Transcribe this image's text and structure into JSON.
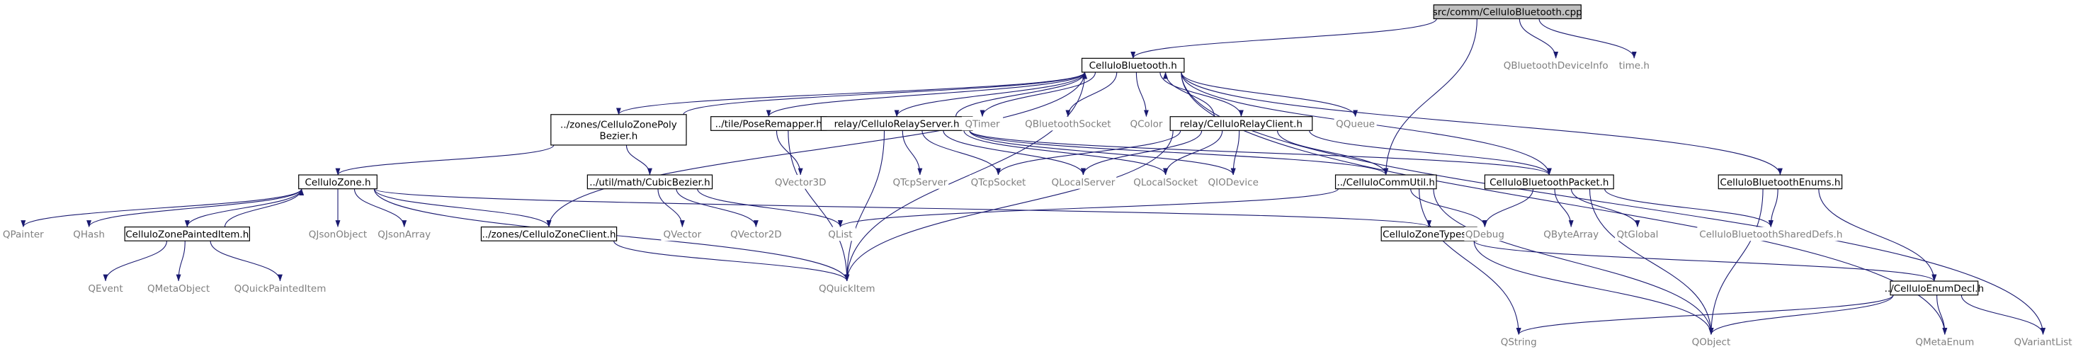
{
  "colors": {
    "edge": "#191970",
    "text_normal": "#000000",
    "text_system": "#7f7f7f",
    "box_border": "#000000",
    "box_fill": "#ffffff",
    "root_fill": "#bfbfbf",
    "root_border": "#000000"
  },
  "graph": {
    "nodes": [
      {
        "id": "root",
        "lines": [
          "src/comm/CelluloBluetooth.cpp"
        ],
        "kind": "root"
      },
      {
        "id": "cb",
        "lines": [
          "CelluloBluetooth.h"
        ],
        "kind": "file"
      },
      {
        "id": "qbtdi",
        "lines": [
          "QBluetoothDeviceInfo"
        ],
        "kind": "system"
      },
      {
        "id": "timeh",
        "lines": [
          "time.h"
        ],
        "kind": "system"
      },
      {
        "id": "zpb",
        "lines": [
          "../zones/CelluloZonePoly",
          "Bezier.h"
        ],
        "kind": "file"
      },
      {
        "id": "pr",
        "lines": [
          "../tile/PoseRemapper.h"
        ],
        "kind": "file"
      },
      {
        "id": "rs",
        "lines": [
          "relay/CelluloRelayServer.h"
        ],
        "kind": "file"
      },
      {
        "id": "qtimer",
        "lines": [
          "QTimer"
        ],
        "kind": "system"
      },
      {
        "id": "qbts",
        "lines": [
          "QBluetoothSocket"
        ],
        "kind": "system"
      },
      {
        "id": "qcolor",
        "lines": [
          "QColor"
        ],
        "kind": "system"
      },
      {
        "id": "rc",
        "lines": [
          "relay/CelluloRelayClient.h"
        ],
        "kind": "file"
      },
      {
        "id": "qqueue",
        "lines": [
          "QQueue"
        ],
        "kind": "system"
      },
      {
        "id": "cbe",
        "lines": [
          "CelluloBluetoothEnums.h"
        ],
        "kind": "file"
      },
      {
        "id": "cz",
        "lines": [
          "CelluloZone.h"
        ],
        "kind": "file"
      },
      {
        "id": "cubic",
        "lines": [
          "../util/math/CubicBezier.h"
        ],
        "kind": "file"
      },
      {
        "id": "qv3",
        "lines": [
          "QVector3D"
        ],
        "kind": "system"
      },
      {
        "id": "qtcps",
        "lines": [
          "QTcpServer"
        ],
        "kind": "system"
      },
      {
        "id": "qtcpsock",
        "lines": [
          "QTcpSocket"
        ],
        "kind": "system"
      },
      {
        "id": "qls",
        "lines": [
          "QLocalServer"
        ],
        "kind": "system"
      },
      {
        "id": "qlsock",
        "lines": [
          "QLocalSocket"
        ],
        "kind": "system"
      },
      {
        "id": "qiod",
        "lines": [
          "QIODevice"
        ],
        "kind": "system"
      },
      {
        "id": "ccu",
        "lines": [
          "../CelluloCommUtil.h"
        ],
        "kind": "file"
      },
      {
        "id": "cbp",
        "lines": [
          "CelluloBluetoothPacket.h"
        ],
        "kind": "file"
      },
      {
        "id": "qpainter",
        "lines": [
          "QPainter"
        ],
        "kind": "system"
      },
      {
        "id": "qhash",
        "lines": [
          "QHash"
        ],
        "kind": "system"
      },
      {
        "id": "czpi",
        "lines": [
          "CelluloZonePaintedItem.h"
        ],
        "kind": "file"
      },
      {
        "id": "qjo",
        "lines": [
          "QJsonObject"
        ],
        "kind": "system"
      },
      {
        "id": "qja",
        "lines": [
          "QJsonArray"
        ],
        "kind": "system"
      },
      {
        "id": "zc",
        "lines": [
          "../zones/CelluloZoneClient.h"
        ],
        "kind": "file"
      },
      {
        "id": "qvector",
        "lines": [
          "QVector"
        ],
        "kind": "system"
      },
      {
        "id": "qv2",
        "lines": [
          "QVector2D"
        ],
        "kind": "system"
      },
      {
        "id": "qlist",
        "lines": [
          "QList"
        ],
        "kind": "system"
      },
      {
        "id": "czt",
        "lines": [
          "CelluloZoneTypes.h"
        ],
        "kind": "file"
      },
      {
        "id": "qdebug",
        "lines": [
          "QDebug"
        ],
        "kind": "system"
      },
      {
        "id": "qbytearray",
        "lines": [
          "QByteArray"
        ],
        "kind": "system"
      },
      {
        "id": "qtglobal",
        "lines": [
          "QtGlobal"
        ],
        "kind": "system"
      },
      {
        "id": "cbsd",
        "lines": [
          "CelluloBluetoothSharedDefs.h"
        ],
        "kind": "system"
      },
      {
        "id": "qevent",
        "lines": [
          "QEvent"
        ],
        "kind": "system"
      },
      {
        "id": "qmo",
        "lines": [
          "QMetaObject"
        ],
        "kind": "system"
      },
      {
        "id": "qqpi",
        "lines": [
          "QQuickPaintedItem"
        ],
        "kind": "system"
      },
      {
        "id": "qqi",
        "lines": [
          "QQuickItem"
        ],
        "kind": "system"
      },
      {
        "id": "ced",
        "lines": [
          "../CelluloEnumDecl.h"
        ],
        "kind": "file"
      },
      {
        "id": "qstring",
        "lines": [
          "QString"
        ],
        "kind": "system"
      },
      {
        "id": "qobject",
        "lines": [
          "QObject"
        ],
        "kind": "system"
      },
      {
        "id": "qme",
        "lines": [
          "QMetaEnum"
        ],
        "kind": "system"
      },
      {
        "id": "qvl",
        "lines": [
          "QVariantList"
        ],
        "kind": "system"
      }
    ],
    "edges": [
      [
        "root",
        "cb"
      ],
      [
        "root",
        "qbtdi"
      ],
      [
        "root",
        "timeh"
      ],
      [
        "root",
        "ccu"
      ],
      [
        "cb",
        "zpb"
      ],
      [
        "cb",
        "pr"
      ],
      [
        "cb",
        "rs"
      ],
      [
        "cb",
        "qtimer"
      ],
      [
        "cb",
        "qbts"
      ],
      [
        "cb",
        "qcolor"
      ],
      [
        "cb",
        "rc"
      ],
      [
        "cb",
        "qqueue"
      ],
      [
        "cb",
        "cbe"
      ],
      [
        "cb",
        "cbp"
      ],
      [
        "cb",
        "qqi"
      ],
      [
        "cb",
        "qme"
      ],
      [
        "cb",
        "qvl"
      ],
      [
        "cb",
        "zc"
      ],
      [
        "zpb",
        "cb"
      ],
      [
        "zpb",
        "cz"
      ],
      [
        "zpb",
        "cubic"
      ],
      [
        "pr",
        "qv3"
      ],
      [
        "pr",
        "qqi"
      ],
      [
        "rs",
        "cb"
      ],
      [
        "rs",
        "qtcps"
      ],
      [
        "rs",
        "qtcpsock"
      ],
      [
        "rs",
        "qls"
      ],
      [
        "rs",
        "qlsock"
      ],
      [
        "rs",
        "qiod"
      ],
      [
        "rs",
        "ccu"
      ],
      [
        "rs",
        "cbp"
      ],
      [
        "rs",
        "qqi"
      ],
      [
        "rc",
        "cb"
      ],
      [
        "rc",
        "qtcpsock"
      ],
      [
        "rc",
        "qls"
      ],
      [
        "rc",
        "qlsock"
      ],
      [
        "rc",
        "qiod"
      ],
      [
        "rc",
        "ccu"
      ],
      [
        "rc",
        "cbp"
      ],
      [
        "rc",
        "qqi"
      ],
      [
        "cbe",
        "cbsd"
      ],
      [
        "cbe",
        "ced"
      ],
      [
        "cbe",
        "qobject"
      ],
      [
        "cz",
        "qpainter"
      ],
      [
        "cz",
        "qhash"
      ],
      [
        "cz",
        "czpi"
      ],
      [
        "cz",
        "qjo"
      ],
      [
        "cz",
        "qja"
      ],
      [
        "cz",
        "zc"
      ],
      [
        "cz",
        "qqi"
      ],
      [
        "cz",
        "czt"
      ],
      [
        "czpi",
        "cz"
      ],
      [
        "czpi",
        "qevent"
      ],
      [
        "czpi",
        "qmo"
      ],
      [
        "czpi",
        "qqpi"
      ],
      [
        "cubic",
        "qvector"
      ],
      [
        "cubic",
        "qv2"
      ],
      [
        "cubic",
        "qlist"
      ],
      [
        "zc",
        "qqi"
      ],
      [
        "ccu",
        "qlist"
      ],
      [
        "ccu",
        "qdebug"
      ],
      [
        "ccu",
        "qstring"
      ],
      [
        "ccu",
        "qobject"
      ],
      [
        "cbp",
        "qdebug"
      ],
      [
        "cbp",
        "qbytearray"
      ],
      [
        "cbp",
        "qtglobal"
      ],
      [
        "cbp",
        "cbsd"
      ],
      [
        "cbp",
        "qobject"
      ],
      [
        "czt",
        "ced"
      ],
      [
        "czt",
        "qobject"
      ],
      [
        "ced",
        "qstring"
      ],
      [
        "ced",
        "qobject"
      ],
      [
        "ced",
        "qme"
      ],
      [
        "ced",
        "qvl"
      ]
    ]
  }
}
